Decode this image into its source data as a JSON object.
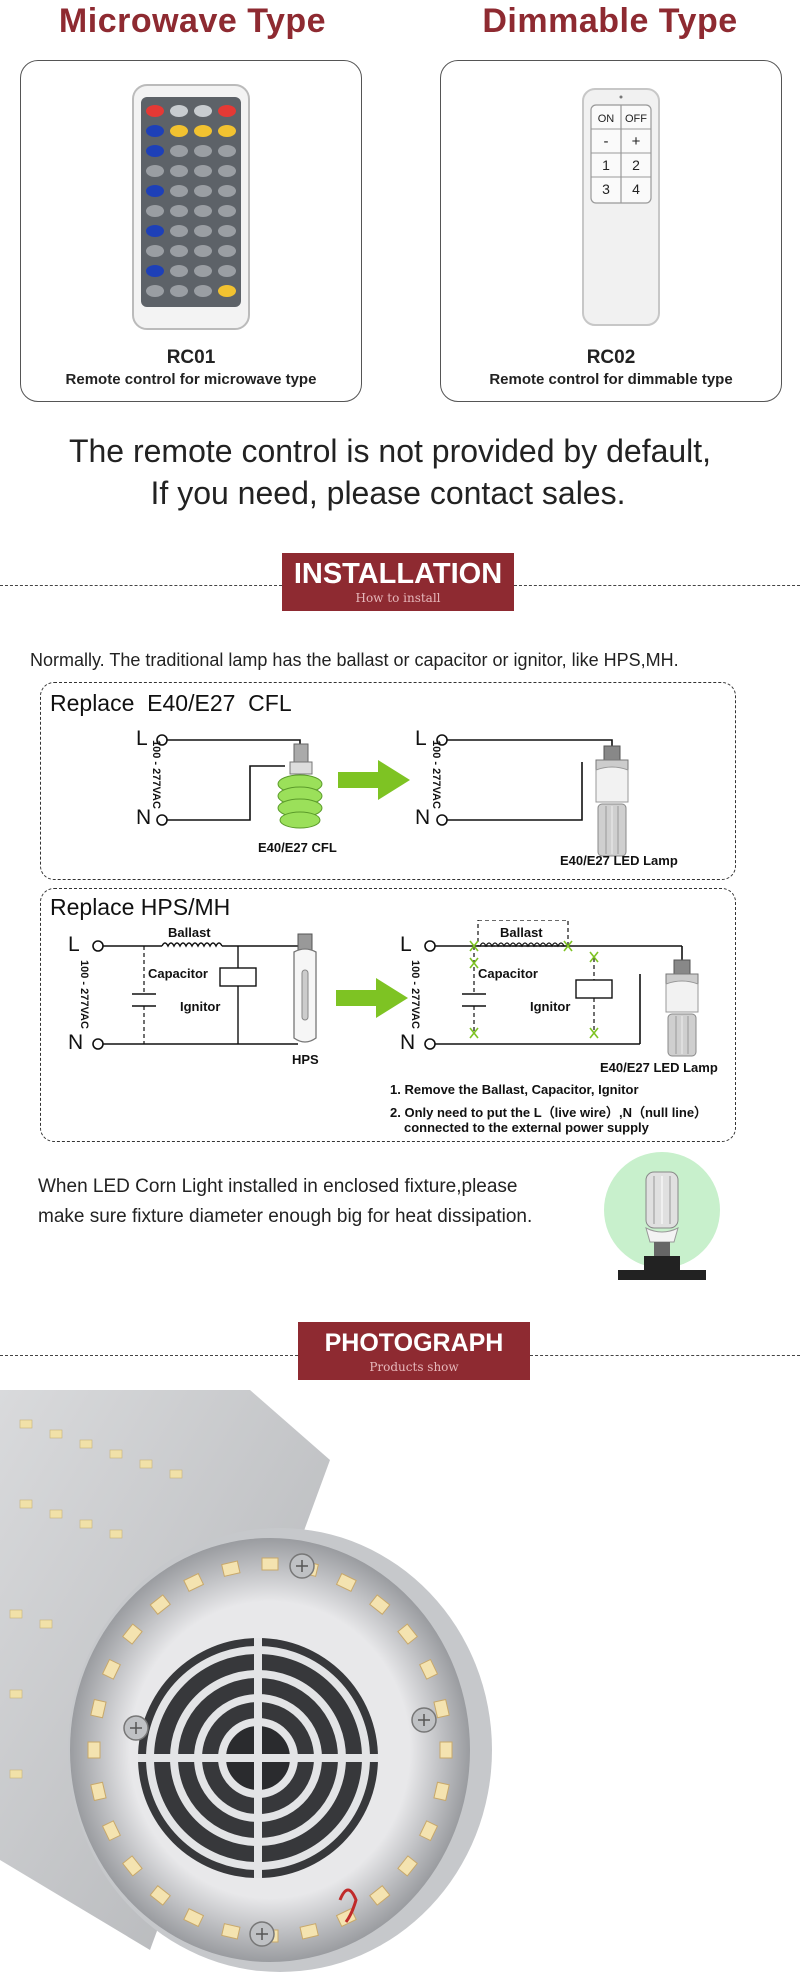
{
  "remotes": {
    "left": {
      "title": "Microwave Type",
      "code": "RC01",
      "description": "Remote control for microwave type"
    },
    "right": {
      "title": "Dimmable Type",
      "code": "RC02",
      "description": "Remote control for dimmable type",
      "keys": [
        "ON",
        "OFF",
        "-",
        "+",
        "1",
        "2",
        "3",
        "4"
      ]
    }
  },
  "notice": {
    "line1": "The remote control is not provided by default,",
    "line2": "If you need, please contact sales."
  },
  "installation": {
    "heading": "INSTALLATION",
    "subheading": "How to install",
    "intro": "Normally. The traditional lamp has the ballast or capacitor or ignitor, like HPS,MH.",
    "cfl": {
      "title": "Replace  E40/E27  CFL",
      "L": "L",
      "N": "N",
      "voltage": "100 - 277VAC",
      "left_label": "E40/E27 CFL",
      "right_label": "E40/E27 LED Lamp"
    },
    "hps": {
      "title": "Replace HPS/MH",
      "L": "L",
      "N": "N",
      "voltage": "100 - 277VAC",
      "ballast": "Ballast",
      "capacitor": "Capacitor",
      "ignitor": "Ignitor",
      "hps_label": "HPS",
      "right_label": "E40/E27 LED Lamp",
      "note1": "1. Remove the Ballast, Capacitor, Ignitor",
      "note2": "2. Only need to put the L（live wire）,N（null line）",
      "note3": "connected to the external power supply"
    },
    "fixture_line1": "When LED Corn Light installed in enclosed fixture,please",
    "fixture_line2": "make sure fixture diameter enough big for heat dissipation."
  },
  "photograph": {
    "heading": "PHOTOGRAPH",
    "subheading": "Products show"
  },
  "colors": {
    "brand": "#8e2a31",
    "arrow": "#7ec323",
    "bulb_green": "#8cd84a",
    "halo": "#c8f0cc"
  }
}
